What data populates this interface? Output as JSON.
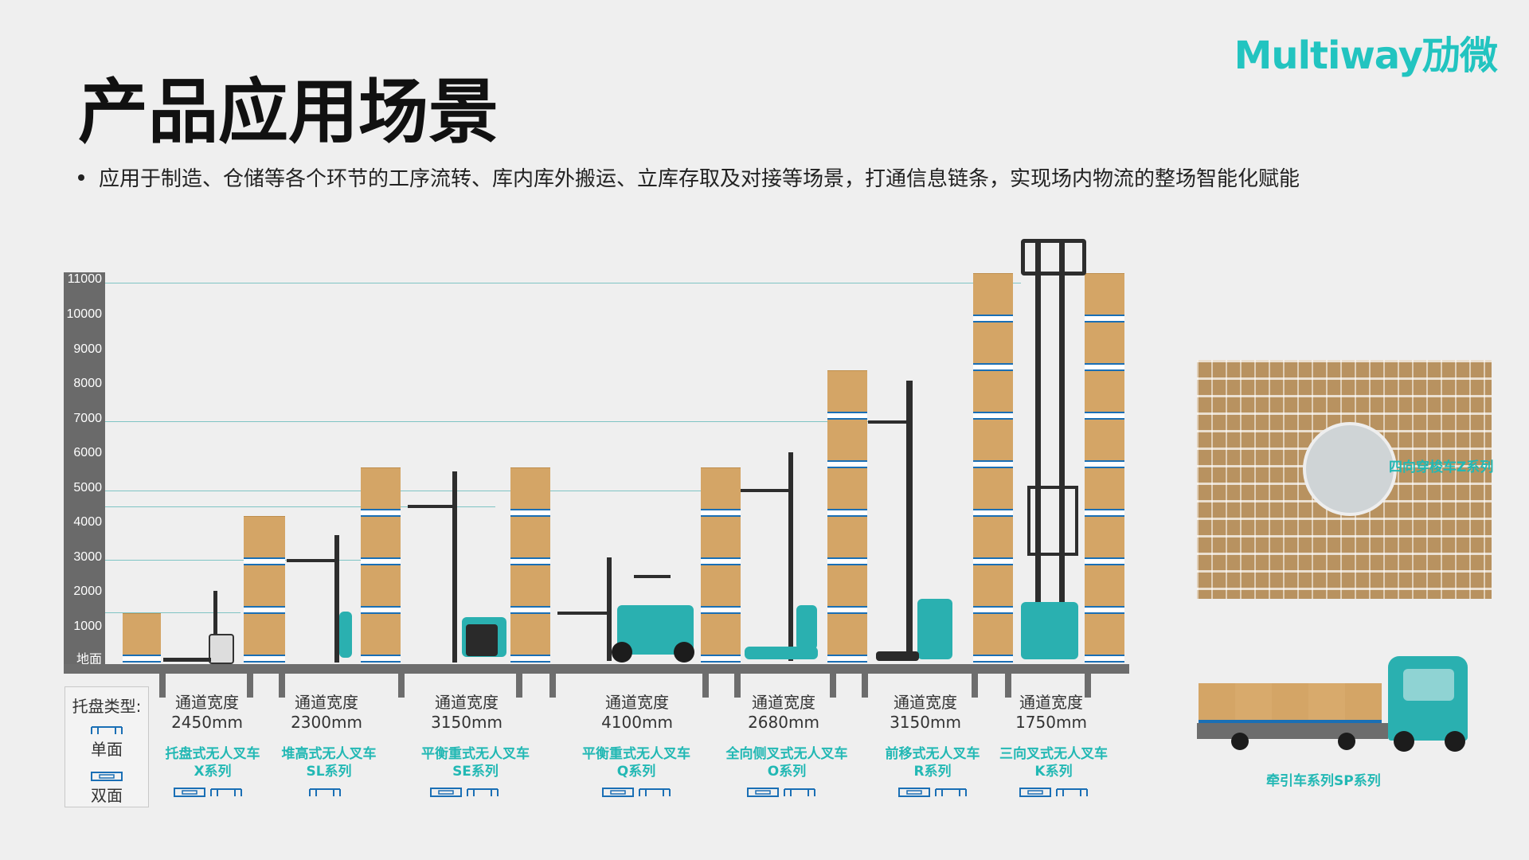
{
  "brand": {
    "logo": "Multiway劢微",
    "accent_color": "#22c4c0",
    "series_color": "#22b8b4",
    "pallet_color": "#1a6fb5",
    "box_color": "#d4a566"
  },
  "page": {
    "title": "产品应用场景",
    "bullet": "应用于制造、仓储等各个环节的工序流转、库内库外搬运、立库存取及对接等场景，打通信息链条，实现场内物流的整场智能化赋能"
  },
  "height_axis": {
    "ticks": [
      "11000",
      "10000",
      "9000",
      "8000",
      "7000",
      "6000",
      "5000",
      "4000",
      "3000",
      "2000",
      "1000"
    ],
    "ground_label": "地面"
  },
  "legend": {
    "title": "托盘类型:",
    "single": "单面",
    "double": "双面"
  },
  "products": [
    {
      "aisle_label": "通道宽度",
      "aisle_value": "2450mm",
      "series_name": "托盘式无人叉车",
      "series_code": "X系列",
      "pallets": [
        "double",
        "single"
      ]
    },
    {
      "aisle_label": "通道宽度",
      "aisle_value": "2300mm",
      "series_name": "堆高式无人叉车",
      "series_code": "SL系列",
      "pallets": [
        "single"
      ]
    },
    {
      "aisle_label": "通道宽度",
      "aisle_value": "3150mm",
      "series_name": "平衡重式无人叉车",
      "series_code": "SE系列",
      "pallets": [
        "double",
        "single"
      ]
    },
    {
      "aisle_label": "通道宽度",
      "aisle_value": "4100mm",
      "series_name": "平衡重式无人叉车",
      "series_code": "Q系列",
      "pallets": [
        "double",
        "single"
      ]
    },
    {
      "aisle_label": "通道宽度",
      "aisle_value": "2680mm",
      "series_name": "全向侧叉式无人叉车",
      "series_code": "O系列",
      "pallets": [
        "double",
        "single"
      ]
    },
    {
      "aisle_label": "通道宽度",
      "aisle_value": "3150mm",
      "series_name": "前移式无人叉车",
      "series_code": "R系列",
      "pallets": [
        "double",
        "single"
      ]
    },
    {
      "aisle_label": "通道宽度",
      "aisle_value": "1750mm",
      "series_name": "三向叉式无人叉车",
      "series_code": "K系列",
      "pallets": [
        "double",
        "single"
      ]
    }
  ],
  "side_scenes": {
    "shuttle_label": "四向穿梭车Z系列",
    "tractor_label": "牵引车系列SP系列"
  }
}
